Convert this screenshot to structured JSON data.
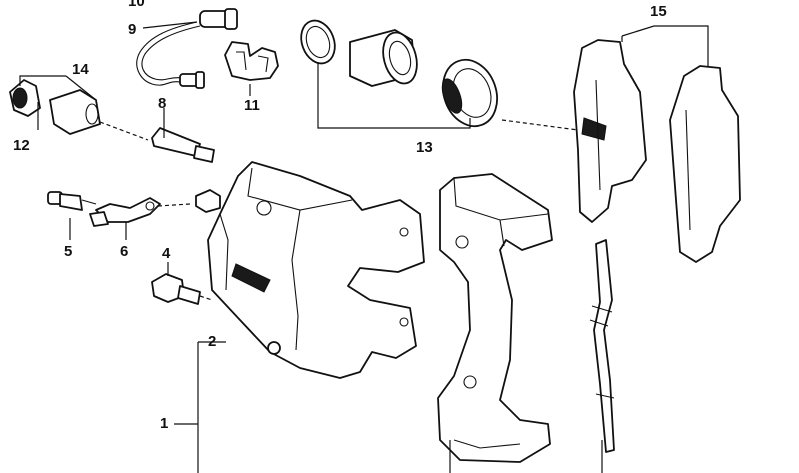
{
  "labels": {
    "p1": "1",
    "p2": "2",
    "p4": "4",
    "p5": "5",
    "p6": "6",
    "p8": "8",
    "p9": "9",
    "p10": "10",
    "p11": "11",
    "p12": "12",
    "p13": "13",
    "p14": "14",
    "p15": "15"
  }
}
